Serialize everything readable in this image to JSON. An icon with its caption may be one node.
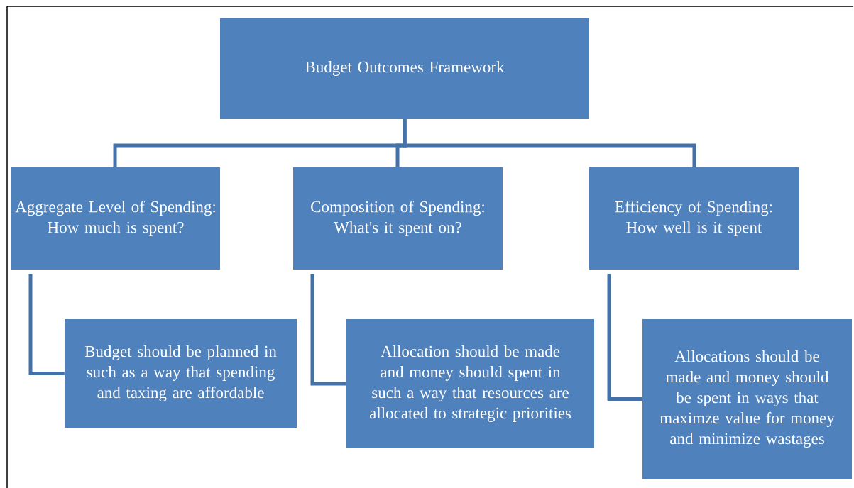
{
  "diagram": {
    "nodes": [
      {
        "text": [
          "Budget Outcomes Framework"
        ]
      },
      {
        "text": [
          "Aggregate Level of Spending: How much is spent?"
        ]
      },
      {
        "text": [
          "Composition of Spending: What's it spent on?"
        ]
      },
      {
        "text": [
          "Efficiency of Spending: How well is it spent"
        ]
      },
      {
        "text": [
          "Budget should be planned in such as a way that spending and taxing are affordable"
        ]
      },
      {
        "text": [
          "Allocation should be made and money should spent in such a way that resources are allocated to strategic priorities"
        ]
      },
      {
        "text": [
          "Allocations should be made and money should be spent in ways that maximze value for money and minimize wastages"
        ]
      }
    ],
    "edges": [
      {
        "from": 0,
        "to": 1,
        "arrow": "none"
      },
      {
        "from": 0,
        "to": 2,
        "arrow": "none"
      },
      {
        "from": 0,
        "to": 3,
        "arrow": "none"
      },
      {
        "from": 1,
        "to": 4,
        "arrow": "none"
      },
      {
        "from": 2,
        "to": 5,
        "arrow": "none"
      },
      {
        "from": 3,
        "to": 6,
        "arrow": "none"
      }
    ]
  }
}
